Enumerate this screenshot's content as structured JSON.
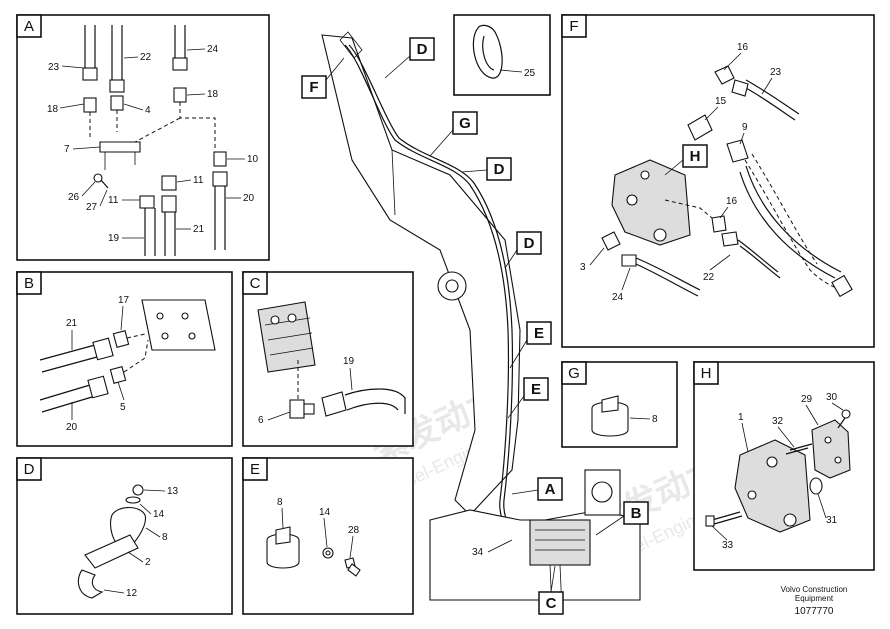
{
  "watermark": {
    "cn": "紫发动力",
    "en": "Diesel-Engines"
  },
  "footer": {
    "line1": "Volvo Construction",
    "line2": "Equipment",
    "doc_no": "1077770"
  },
  "panels": {
    "A": {
      "letter": "A",
      "labels": [
        "23",
        "22",
        "24",
        "18",
        "4",
        "18",
        "7",
        "10",
        "26",
        "27",
        "11",
        "11",
        "20",
        "19",
        "21"
      ]
    },
    "B": {
      "letter": "B",
      "labels": [
        "17",
        "21",
        "5",
        "20"
      ]
    },
    "C": {
      "letter": "C",
      "labels": [
        "19",
        "6"
      ]
    },
    "D": {
      "letter": "D",
      "labels": [
        "13",
        "14",
        "8",
        "2",
        "12"
      ]
    },
    "E": {
      "letter": "E",
      "labels": [
        "8",
        "14",
        "28"
      ]
    },
    "F": {
      "letter": "F",
      "labels": [
        "16",
        "23",
        "15",
        "9",
        "16",
        "3",
        "22",
        "24"
      ]
    },
    "G": {
      "letter": "G",
      "labels": [
        "8"
      ]
    },
    "H": {
      "letter": "H",
      "labels": [
        "30",
        "29",
        "1",
        "32",
        "31",
        "33"
      ]
    },
    "clip": {
      "labels": [
        "25"
      ]
    }
  },
  "main": {
    "callouts": [
      "D",
      "F",
      "G",
      "D",
      "D",
      "E",
      "E",
      "A",
      "B",
      "C",
      "H"
    ],
    "labels": [
      "34"
    ]
  }
}
